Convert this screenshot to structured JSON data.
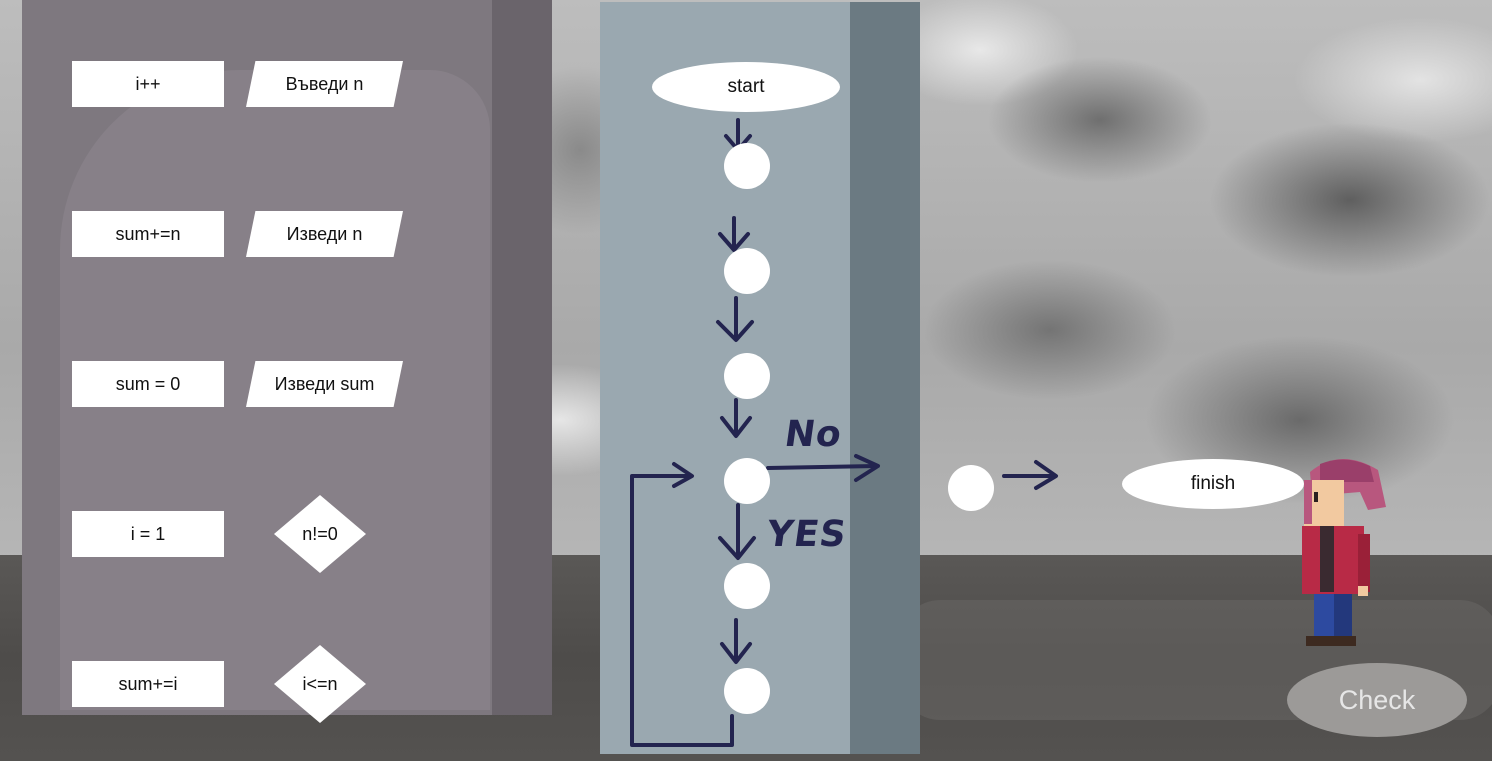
{
  "palette": {
    "left_column": [
      {
        "label": "i++",
        "shape": "rectangle"
      },
      {
        "label": "sum+=n",
        "shape": "rectangle"
      },
      {
        "label": "sum = 0",
        "shape": "rectangle"
      },
      {
        "label": "i = 1",
        "shape": "rectangle"
      },
      {
        "label": "sum+=i",
        "shape": "rectangle"
      }
    ],
    "right_column": [
      {
        "label": "Въведи n",
        "shape": "parallelogram"
      },
      {
        "label": "Изведи n",
        "shape": "parallelogram"
      },
      {
        "label": "Изведи sum",
        "shape": "parallelogram"
      },
      {
        "label": "n!=0",
        "shape": "diamond"
      },
      {
        "label": "i<=n",
        "shape": "diamond"
      }
    ]
  },
  "flowchart": {
    "start_label": "start",
    "finish_label": "finish",
    "no_label": "No",
    "yes_label": "YES",
    "empty_slots": 7
  },
  "colors": {
    "arrow": "#23244f",
    "block": "#ffffff",
    "check_button": "#9c9a98"
  },
  "check_button": {
    "label": "Check"
  }
}
